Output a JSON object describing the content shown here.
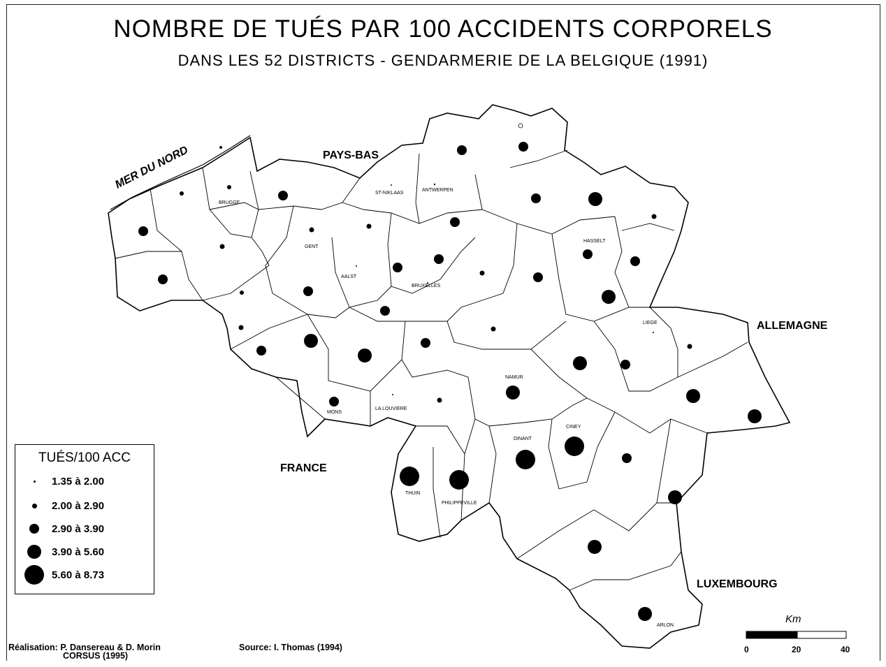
{
  "title": "NOMBRE DE TUÉS PAR 100 ACCIDENTS CORPORELS",
  "subtitle": "DANS LES 52 DISTRICTS - GENDARMERIE DE LA BELGIQUE (1991)",
  "countries": {
    "sea": "MER DU NORD",
    "north": "PAYS-BAS",
    "east": "ALLEMAGNE",
    "west": "FRANCE",
    "south": "LUXEMBOURG"
  },
  "district_labels": [
    "BRUGGE",
    "GENT",
    "AALST",
    "ST-NIKLAAS",
    "ANTWERPEN",
    "BRUXELLES",
    "HASSELT",
    "LIEGE",
    "NAMUR",
    "MONS",
    "LA LOUVIERE",
    "DINANT",
    "CINEY",
    "THUIN",
    "PHILIPPEVILLE",
    "ARLON"
  ],
  "legend": {
    "title": "TUÉS/100 ACC",
    "classes": [
      {
        "label": "1.35 à 2.00"
      },
      {
        "label": "2.00 à 2.90"
      },
      {
        "label": "2.90 à 3.90"
      },
      {
        "label": "3.90 à 5.60"
      },
      {
        "label": "5.60 à 8.73"
      }
    ]
  },
  "credits": {
    "made_by": "Réalisation: P. Dansereau & D. Morin",
    "org": "CORSUS (1995)",
    "source": "Source: I. Thomas (1994)"
  },
  "scale": {
    "unit": "Km",
    "ticks": [
      "0",
      "20",
      "40"
    ]
  },
  "colors": {
    "ink": "#000000",
    "paper": "#ffffff"
  }
}
